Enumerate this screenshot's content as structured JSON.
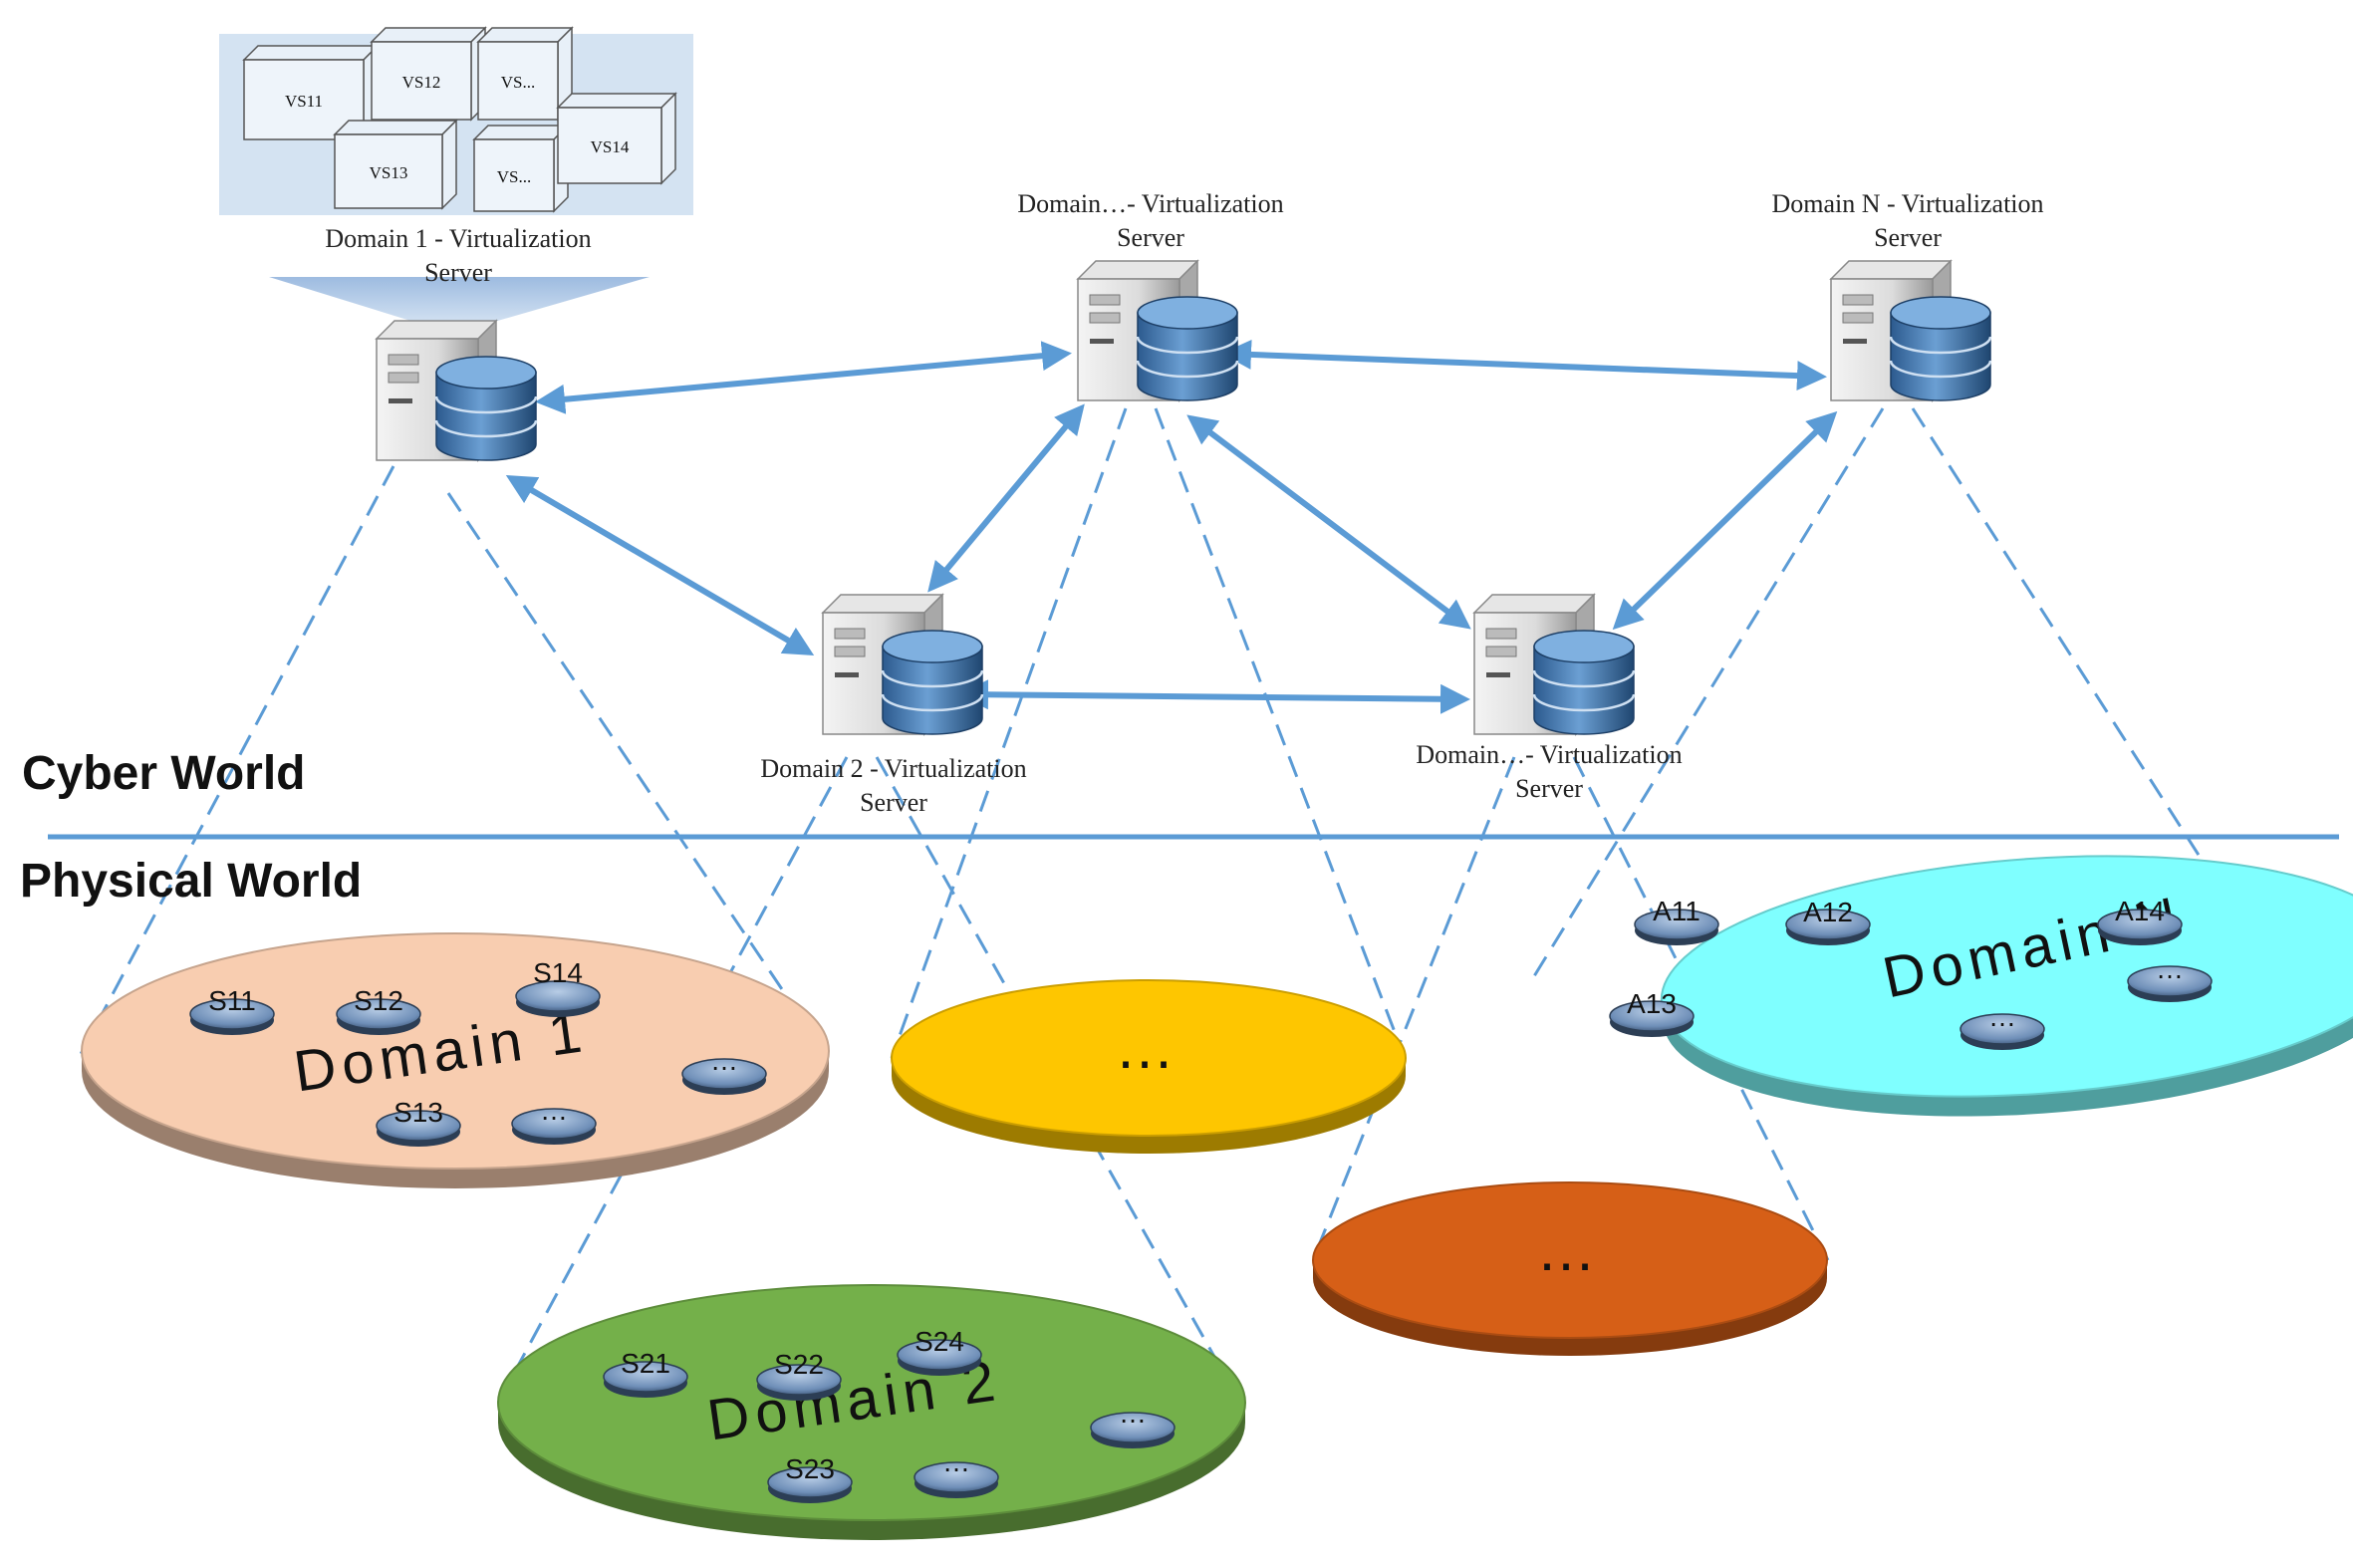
{
  "world_labels": {
    "cyber": "Cyber World",
    "physical": "Physical World"
  },
  "virtual_servers": [
    "VS11",
    "VS12",
    "VS...",
    "VS13",
    "VS...",
    "VS14"
  ],
  "servers": [
    {
      "id": "d1",
      "label": [
        "Domain 1 - Virtualization",
        "Server"
      ]
    },
    {
      "id": "dm1",
      "label": [
        "Domain…- Virtualization",
        "Server"
      ]
    },
    {
      "id": "dn",
      "label": [
        "Domain N - Virtualization",
        "Server"
      ]
    },
    {
      "id": "d2",
      "label": [
        "Domain 2 - Virtualization",
        "Server"
      ]
    },
    {
      "id": "dm2",
      "label": [
        "Domain…- Virtualization",
        "Server"
      ]
    }
  ],
  "domains": [
    {
      "id": "domain1",
      "title": "Domain 1",
      "color": "#f8cdb0",
      "nodes": [
        "S11",
        "S12",
        "S14",
        "S13",
        "…",
        "…"
      ]
    },
    {
      "id": "domain2",
      "title": "Domain 2",
      "color": "#74b04a",
      "nodes": [
        "S21",
        "S22",
        "S24",
        "S23",
        "…",
        "…"
      ]
    },
    {
      "id": "domainN",
      "title": "Domain N",
      "color": "#7fffff",
      "nodes": [
        "A11",
        "A12",
        "A14",
        "A13",
        "…",
        "…"
      ]
    },
    {
      "id": "domainY",
      "title": "…",
      "color": "#fec600",
      "nodes": []
    },
    {
      "id": "domainO",
      "title": "…",
      "color": "#d65f17",
      "nodes": []
    }
  ],
  "colors": {
    "arrow": "#5b9bd5",
    "divider": "#5b9bd5",
    "vs_panel": "#d4e3f2",
    "node": "#6f8fb8"
  }
}
